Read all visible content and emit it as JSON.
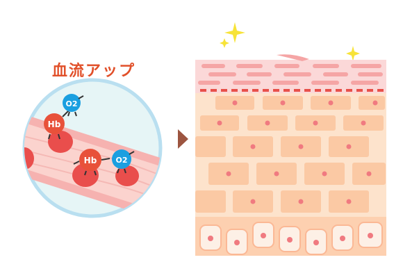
{
  "diagram": {
    "title": "血流アップ",
    "molecules": [
      {
        "label": "Hb"
      },
      {
        "label": "O2"
      },
      {
        "label": "Hb"
      },
      {
        "label": "O2"
      }
    ],
    "colors": {
      "title": "#e1502a",
      "circle_bg": "#e6f5f6",
      "circle_border": "#b9dff0",
      "vessel_wall": "#f6b2b0",
      "vessel_inner": "#fbd3ce",
      "red_cell": "#e94e4c",
      "hemoglobin": "#e8513a",
      "oxygen": "#1a9fe0",
      "arrow": "#9c5540",
      "stratum_corneum": "#fbd8d8",
      "epidermis": "#fde3cc",
      "basal": "#fdd0b0",
      "nucleus": "#f07a80",
      "sparkle": "#f7e338"
    }
  }
}
